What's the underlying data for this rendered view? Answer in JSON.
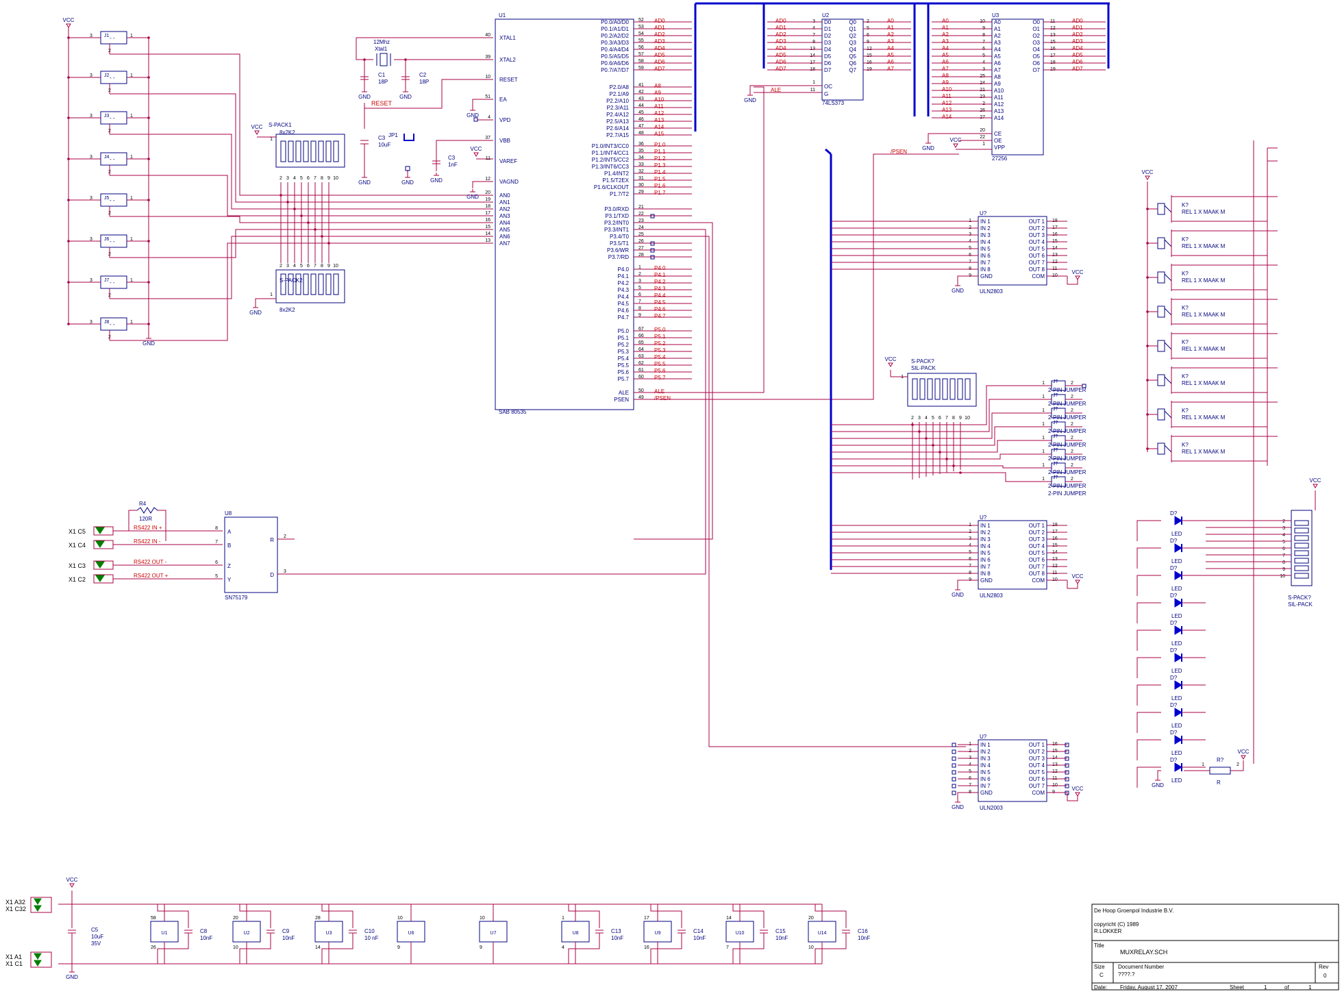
{
  "power": {
    "vcc": "VCC",
    "gnd": "GND"
  },
  "u1": {
    "ref": "U1",
    "part": "SAB 80535",
    "left_pins": [
      {
        "num": "40",
        "name": "XTAL1"
      },
      {
        "num": "39",
        "name": "XTAL2"
      },
      {
        "num": "10",
        "name": "RESET"
      },
      {
        "num": "51",
        "name": "EA"
      },
      {
        "num": "4",
        "name": "VPD"
      },
      {
        "num": "37",
        "name": "VBB"
      },
      {
        "num": "11",
        "name": "VAREF"
      },
      {
        "num": "12",
        "name": "VAGND"
      },
      {
        "num": "20",
        "name": "AN0"
      },
      {
        "num": "19",
        "name": "AN1"
      },
      {
        "num": "18",
        "name": "AN2"
      },
      {
        "num": "17",
        "name": "AN3"
      },
      {
        "num": "16",
        "name": "AN4"
      },
      {
        "num": "15",
        "name": "AN5"
      },
      {
        "num": "14",
        "name": "AN6"
      },
      {
        "num": "13",
        "name": "AN7"
      }
    ],
    "p0": [
      {
        "num": "52",
        "name": "P0.0/A0/D0",
        "net": "AD0"
      },
      {
        "num": "53",
        "name": "P0.1/A1/D1",
        "net": "AD1"
      },
      {
        "num": "54",
        "name": "P0.2/A2/D2",
        "net": "AD2"
      },
      {
        "num": "55",
        "name": "P0.3/A3/D3",
        "net": "AD3"
      },
      {
        "num": "56",
        "name": "P0.4/A4/D4",
        "net": "AD4"
      },
      {
        "num": "57",
        "name": "P0.5/A5/D5",
        "net": "AD5"
      },
      {
        "num": "58",
        "name": "P0.6/A6/D6",
        "net": "AD6"
      },
      {
        "num": "59",
        "name": "P0.7/A7/D7",
        "net": "AD7"
      }
    ],
    "p2": [
      {
        "num": "41",
        "name": "P2.0/A8",
        "net": "A8"
      },
      {
        "num": "42",
        "name": "P2.1/A9",
        "net": "A9"
      },
      {
        "num": "43",
        "name": "P2.2/A10",
        "net": "A10"
      },
      {
        "num": "44",
        "name": "P2.3/A11",
        "net": "A11"
      },
      {
        "num": "45",
        "name": "P2.4/A12",
        "net": "A12"
      },
      {
        "num": "46",
        "name": "P2.5/A13",
        "net": "A13"
      },
      {
        "num": "47",
        "name": "P2.6/A14",
        "net": "A14"
      },
      {
        "num": "48",
        "name": "P2.7/A15",
        "net": "A15"
      }
    ],
    "p1": [
      {
        "num": "36",
        "name": "P1.0/INT3/CC0",
        "net": "P1.0"
      },
      {
        "num": "35",
        "name": "P1.1/INT4/CC1",
        "net": "P1.1"
      },
      {
        "num": "34",
        "name": "P1.2/INT5/CC2",
        "net": "P1.2"
      },
      {
        "num": "33",
        "name": "P1.3/INT6/CC3",
        "net": "P1.3"
      },
      {
        "num": "32",
        "name": "P1.4/INT2",
        "net": "P1.4"
      },
      {
        "num": "31",
        "name": "P1.5/T2EX",
        "net": "P1.5"
      },
      {
        "num": "30",
        "name": "P1.6/CLKOUT",
        "net": "P1.6"
      },
      {
        "num": "29",
        "name": "P1.7/T2",
        "net": "P1.7"
      }
    ],
    "p3": [
      {
        "num": "21",
        "name": "P3.0/RXD",
        "net": ""
      },
      {
        "num": "22",
        "name": "P3.1/TXD",
        "net": ""
      },
      {
        "num": "23",
        "name": "P3.2/INT0",
        "net": ""
      },
      {
        "num": "24",
        "name": "P3.3/INT1",
        "net": ""
      },
      {
        "num": "25",
        "name": "P3.4/T0",
        "net": ""
      },
      {
        "num": "26",
        "name": "P3.5/T1",
        "net": ""
      },
      {
        "num": "27",
        "name": "P3.6/WR",
        "net": ""
      },
      {
        "num": "28",
        "name": "P3.7/RD",
        "net": ""
      }
    ],
    "p4": [
      {
        "num": "1",
        "name": "P4.0",
        "net": "P4.0"
      },
      {
        "num": "2",
        "name": "P4.1",
        "net": "P4.1"
      },
      {
        "num": "3",
        "name": "P4.2",
        "net": "P4.2"
      },
      {
        "num": "5",
        "name": "P4.3",
        "net": "P4.3"
      },
      {
        "num": "6",
        "name": "P4.4",
        "net": "P4.4"
      },
      {
        "num": "7",
        "name": "P4.5",
        "net": "P4.5"
      },
      {
        "num": "8",
        "name": "P4.6",
        "net": "P4.6"
      },
      {
        "num": "9",
        "name": "P4.7",
        "net": "P4.7"
      }
    ],
    "p5": [
      {
        "num": "67",
        "name": "P5.0",
        "net": "P5.0"
      },
      {
        "num": "66",
        "name": "P5.1",
        "net": "P5.1"
      },
      {
        "num": "65",
        "name": "P5.2",
        "net": "P5.2"
      },
      {
        "num": "64",
        "name": "P5.3",
        "net": "P5.3"
      },
      {
        "num": "63",
        "name": "P5.4",
        "net": "P5.4"
      },
      {
        "num": "62",
        "name": "P5.5",
        "net": "P5.5"
      },
      {
        "num": "61",
        "name": "P5.6",
        "net": "P5.6"
      },
      {
        "num": "60",
        "name": "P5.7",
        "net": "P5.7"
      }
    ],
    "misc": [
      {
        "num": "50",
        "name": "ALE",
        "net": "ALE"
      },
      {
        "num": "49",
        "name": "PSEN",
        "net": "/PSEN"
      }
    ]
  },
  "u2": {
    "ref": "U2",
    "part": "74LS373",
    "d": [
      {
        "net": "AD0",
        "num": "3",
        "pin": "D0"
      },
      {
        "net": "AD1",
        "num": "4",
        "pin": "D1"
      },
      {
        "net": "AD2",
        "num": "7",
        "pin": "D2"
      },
      {
        "net": "AD3",
        "num": "8",
        "pin": "D3"
      },
      {
        "net": "AD4",
        "num": "13",
        "pin": "D4"
      },
      {
        "net": "AD5",
        "num": "14",
        "pin": "D5"
      },
      {
        "net": "AD6",
        "num": "17",
        "pin": "D6"
      },
      {
        "net": "AD7",
        "num": "18",
        "pin": "D7"
      }
    ],
    "q": [
      {
        "pin": "Q0",
        "num": "2",
        "net": "A0"
      },
      {
        "pin": "Q1",
        "num": "5",
        "net": "A1"
      },
      {
        "pin": "Q2",
        "num": "6",
        "net": "A2"
      },
      {
        "pin": "Q3",
        "num": "9",
        "net": "A3"
      },
      {
        "pin": "Q4",
        "num": "12",
        "net": "A4"
      },
      {
        "pin": "Q5",
        "num": "15",
        "net": "A5"
      },
      {
        "pin": "Q6",
        "num": "16",
        "net": "A6"
      },
      {
        "pin": "Q7",
        "num": "19",
        "net": "A7"
      }
    ],
    "oc": {
      "pin": "OC",
      "num": "1"
    },
    "g": {
      "pin": "G",
      "num": "11"
    },
    "ale": "ALE"
  },
  "u3": {
    "ref": "U3",
    "part": "27256",
    "a": [
      {
        "net": "A0",
        "num": "10",
        "pin": "A0"
      },
      {
        "net": "A1",
        "num": "9",
        "pin": "A1"
      },
      {
        "net": "A2",
        "num": "8",
        "pin": "A2"
      },
      {
        "net": "A3",
        "num": "7",
        "pin": "A3"
      },
      {
        "net": "A4",
        "num": "6",
        "pin": "A4"
      },
      {
        "net": "A5",
        "num": "5",
        "pin": "A5"
      },
      {
        "net": "A6",
        "num": "4",
        "pin": "A6"
      },
      {
        "net": "A7",
        "num": "3",
        "pin": "A7"
      },
      {
        "net": "A8",
        "num": "25",
        "pin": "A8"
      },
      {
        "net": "A9",
        "num": "24",
        "pin": "A9"
      },
      {
        "net": "A10",
        "num": "21",
        "pin": "A10"
      },
      {
        "net": "A11",
        "num": "23",
        "pin": "A11"
      },
      {
        "net": "A12",
        "num": "2",
        "pin": "A12"
      },
      {
        "net": "A13",
        "num": "26",
        "pin": "A13"
      },
      {
        "net": "A14",
        "num": "27",
        "pin": "A14"
      }
    ],
    "o": [
      {
        "pin": "O0",
        "num": "11",
        "net": "AD0"
      },
      {
        "pin": "O1",
        "num": "12",
        "net": "AD1"
      },
      {
        "pin": "O2",
        "num": "13",
        "net": "AD2"
      },
      {
        "pin": "O3",
        "num": "15",
        "net": "AD3"
      },
      {
        "pin": "O4",
        "num": "16",
        "net": "AD4"
      },
      {
        "pin": "O5",
        "num": "17",
        "net": "AD5"
      },
      {
        "pin": "O6",
        "num": "18",
        "net": "AD6"
      },
      {
        "pin": "O7",
        "num": "19",
        "net": "AD7"
      }
    ],
    "ce": {
      "pin": "CE",
      "num": "20"
    },
    "oe": {
      "pin": "OE",
      "num": "22"
    },
    "vpp": {
      "pin": "VPP",
      "num": "1"
    },
    "psen": "/PSEN"
  },
  "uln": {
    "ref": "U?",
    "part": "ULN2803",
    "part_bottom": "ULN2003",
    "in_pins": [
      "IN 1",
      "IN 2",
      "IN 3",
      "IN 4",
      "IN 5",
      "IN 6",
      "IN 7",
      "IN 8",
      "GND"
    ],
    "in_nums": [
      "1",
      "2",
      "3",
      "4",
      "5",
      "6",
      "7",
      "8",
      "9"
    ],
    "out_pins": [
      "OUT 1",
      "OUT 2",
      "OUT 3",
      "OUT 4",
      "OUT 5",
      "OUT 6",
      "OUT 7",
      "OUT 8",
      "COM"
    ],
    "out_nums": [
      "18",
      "17",
      "16",
      "15",
      "14",
      "13",
      "12",
      "11",
      "10"
    ],
    "in_pins_b": [
      "IN 1",
      "IN 2",
      "IN 3",
      "IN 4",
      "IN 5",
      "IN 6",
      "IN 7",
      "GND"
    ],
    "in_nums_b": [
      "1",
      "2",
      "3",
      "4",
      "5",
      "6",
      "7",
      "8"
    ],
    "out_pins_b": [
      "OUT 1",
      "OUT 2",
      "OUT 3",
      "OUT 4",
      "OUT 5",
      "OUT 6",
      "OUT 7",
      "COM"
    ],
    "out_nums_b": [
      "16",
      "15",
      "14",
      "13",
      "12",
      "11",
      "10",
      "9"
    ]
  },
  "relays": {
    "ref": "K?",
    "label": "REL 1 X MAAK M"
  },
  "jumpers": {
    "ref": "J?",
    "label": "2-PIN JUMPER",
    "pin1": "1",
    "pin2": "2"
  },
  "dip_switches": [
    "J1",
    "J2",
    "J3",
    "J4",
    "J5",
    "J6",
    "J7",
    "J8"
  ],
  "spack1": {
    "ref": "S-PACK1",
    "value": "8x2K2"
  },
  "spack2": {
    "ref": "S-PACK2",
    "value": "8x2K2"
  },
  "spack_sil": {
    "ref": "S-PACK?",
    "value": "SIL-PACK"
  },
  "pack_pins": [
    "1",
    "2",
    "3",
    "4",
    "5",
    "6",
    "7",
    "8",
    "9",
    "10"
  ],
  "crystal": {
    "ref": "Xtal1",
    "value": "12Mhz"
  },
  "caps": {
    "c1": {
      "ref": "C1",
      "value": "18P"
    },
    "c2": {
      "ref": "C2",
      "value": "18P"
    },
    "c3": {
      "ref": "C3",
      "value": "10uF"
    },
    "c3b": {
      "ref": "C3",
      "value": "1nF"
    },
    "c5": {
      "ref": "C5",
      "value": "10uF",
      "rating": "35V"
    }
  },
  "jp1": "JP1",
  "reset_net": "RESET",
  "u8": {
    "ref": "U8",
    "part": "SN75179",
    "pins": [
      {
        "num": "8",
        "name": "A"
      },
      {
        "num": "7",
        "name": "B"
      },
      {
        "num": "6",
        "name": "Z"
      },
      {
        "num": "5",
        "name": "Y"
      }
    ],
    "right": [
      {
        "num": "2",
        "name": "R"
      },
      {
        "num": "3",
        "name": "D"
      }
    ]
  },
  "r4": {
    "ref": "R4",
    "value": "120R"
  },
  "rs422": [
    {
      "conn": "X1 C5",
      "net": "RS422 IN +"
    },
    {
      "conn": "X1 C4",
      "net": "RS422 IN -"
    },
    {
      "conn": "X1 C3",
      "net": "RS422 OUT -"
    },
    {
      "conn": "X1 C2",
      "net": "RS422 OUT +"
    }
  ],
  "leds": {
    "ref": "D?",
    "label": "LED"
  },
  "rled": {
    "ref": "R?",
    "value": "R",
    "pin1": "1",
    "pin2": "2"
  },
  "power_conn": [
    {
      "conn": "X1 A32",
      "sub": "X1 C32"
    },
    {
      "conn": "X1 A1",
      "sub": "X1 C1"
    }
  ],
  "decoupling": [
    {
      "ref": "U1",
      "top": "58",
      "bot": "26",
      "cap": "C8",
      "val": "10nF"
    },
    {
      "ref": "U2",
      "top": "20",
      "bot": "10",
      "cap": "C9",
      "val": "10nF"
    },
    {
      "ref": "U3",
      "top": "28",
      "bot": "14",
      "cap": "C10",
      "val": "10 nF"
    },
    {
      "ref": "U6",
      "top": "10",
      "bot": "9",
      "cap": "",
      "val": ""
    },
    {
      "ref": "U7",
      "top": "10",
      "bot": "9",
      "cap": "",
      "val": ""
    },
    {
      "ref": "U8",
      "top": "1",
      "bot": "4",
      "cap": "C13",
      "val": "10nF"
    },
    {
      "ref": "U9",
      "top": "17",
      "bot": "16",
      "cap": "C14",
      "val": "10nF"
    },
    {
      "ref": "U10",
      "top": "14",
      "bot": "7",
      "cap": "C15",
      "val": "10nF"
    },
    {
      "ref": "U14",
      "top": "20",
      "bot": "10",
      "cap": "C16",
      "val": "10nF"
    }
  ],
  "title_block": {
    "company": "De Hoop Groenpol Industrie B.V.",
    "copyright": "copyricht (C) 1989",
    "author": "R.LOKKER",
    "title_label": "Title",
    "title": "MUXRELAY.SCH",
    "size_label": "Size",
    "size": "C",
    "doc_label": "Document Number",
    "doc": "????.?",
    "rev_label": "Rev",
    "rev": "0",
    "date_label": "Date:",
    "date": "Friday, August 17, 2007",
    "sheet_label": "Sheet",
    "sheet": "1",
    "of_label": "of",
    "of": "1"
  },
  "colors": {
    "wire": "#aa0044",
    "part": "#000080",
    "net": "#cc0000",
    "bus": "#0000cc",
    "led": "#0000cc",
    "conn": "#008000"
  }
}
